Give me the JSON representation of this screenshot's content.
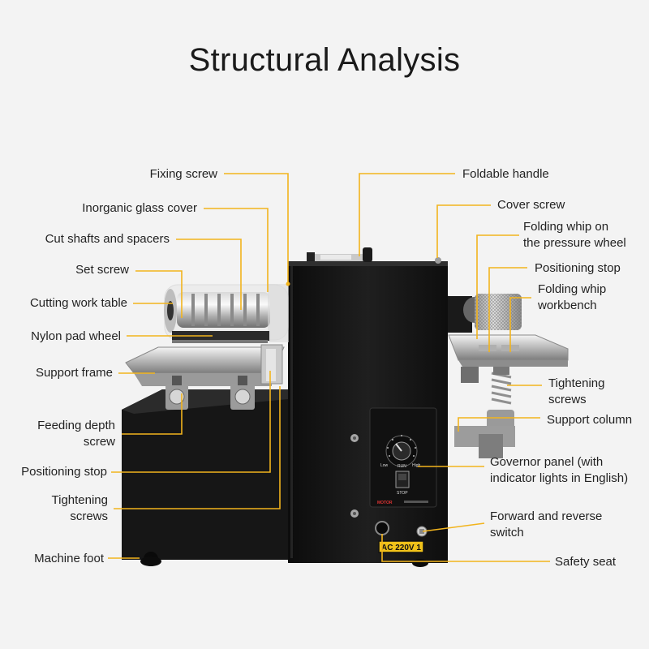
{
  "title": "Structural Analysis",
  "labels": {
    "fixing_screw": "Fixing screw",
    "glass_cover": "Inorganic glass cover",
    "cut_shafts": "Cut shafts and spacers",
    "set_screw": "Set screw",
    "cutting_table": "Cutting work table",
    "nylon_wheel": "Nylon pad wheel",
    "support_frame": "Support frame",
    "feeding_depth_1": "Feeding depth",
    "feeding_depth_2": "screw",
    "positioning_stop_left": "Positioning stop",
    "tightening_left_1": "Tightening",
    "tightening_left_2": "screws",
    "machine_foot": "Machine foot",
    "foldable_handle": "Foldable handle",
    "cover_screw": "Cover screw",
    "folding_whip_1": "Folding whip on",
    "folding_whip_2": "the pressure wheel",
    "positioning_stop_right": "Positioning stop",
    "whip_bench_1": "Folding whip",
    "whip_bench_2": "workbench",
    "tightening_right_1": "Tightening",
    "tightening_right_2": "screws",
    "support_column": "Support column",
    "governor_1": "Governor panel (with",
    "governor_2": "indicator lights in English)",
    "fwd_rev_1": "Forward and reverse",
    "fwd_rev_2": "switch",
    "safety_seat": "Safety seat"
  },
  "machine_text": {
    "plate": "AC 220V 1",
    "governor_brand": "MOTOR",
    "governor_stop": "STOP",
    "governor_low": "Low",
    "governor_high": "High",
    "governor_run": "RUN"
  },
  "colors": {
    "leader": "#f2b41d",
    "body": "#151515",
    "background": "#f3f3f3"
  }
}
